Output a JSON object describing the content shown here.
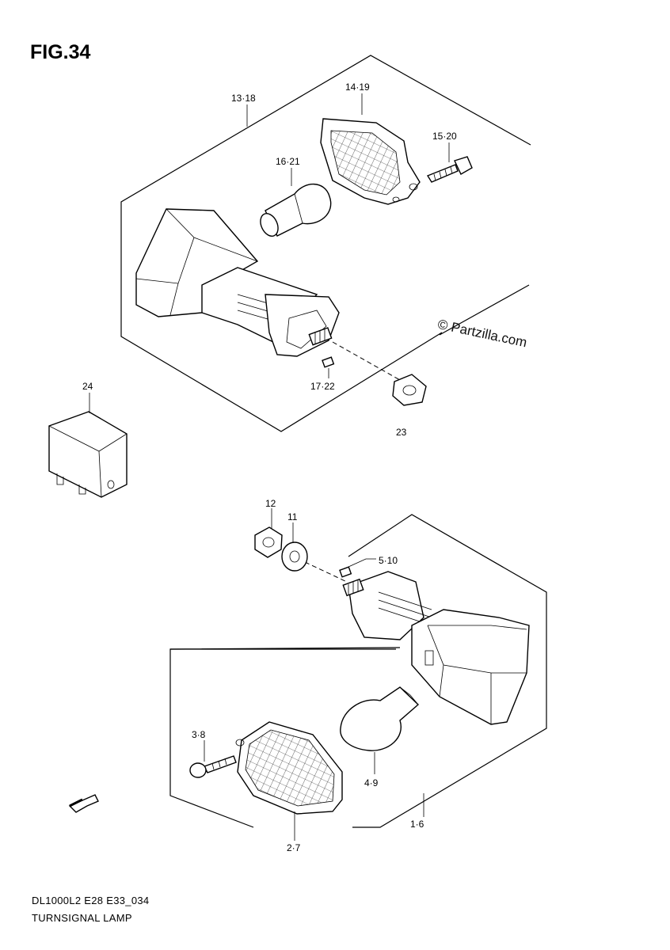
{
  "figure": {
    "title": "FIG.34"
  },
  "watermark": "© Partzilla.com",
  "callouts": {
    "c_13_18": "13·18",
    "c_14_19": "14·19",
    "c_15_20": "15·20",
    "c_16_21": "16·21",
    "c_17_22": "17·22",
    "c_23": "23",
    "c_24": "24",
    "c_12": "12",
    "c_11": "11",
    "c_5_10": "5·10",
    "c_3_8": "3·8",
    "c_4_9": "4·9",
    "c_1_6": "1·6",
    "c_2_7": "2·7"
  },
  "footer": {
    "model": "DL1000L2 E28 E33_034",
    "section": "TURNSIGNAL LAMP"
  },
  "icons": {
    "forward_arrow": "fwd-arrow-icon"
  }
}
